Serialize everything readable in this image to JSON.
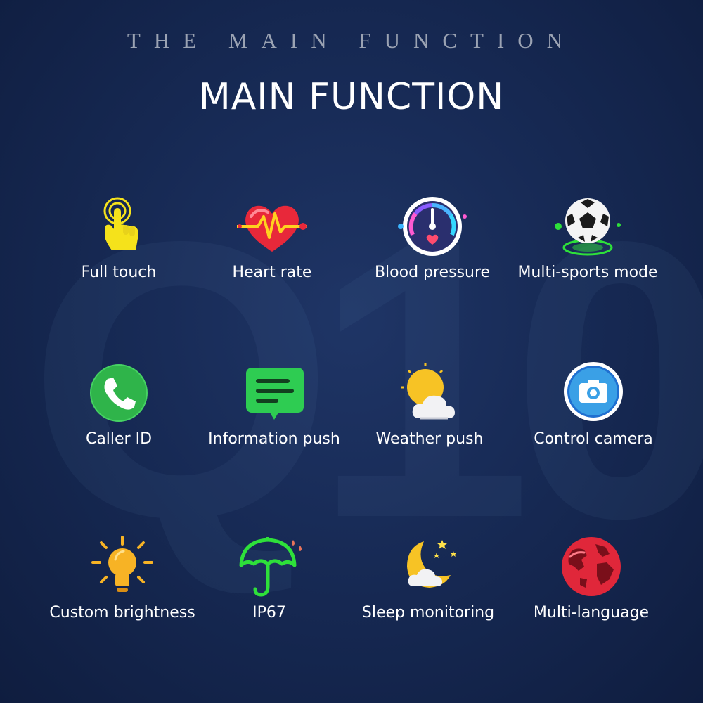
{
  "header": {
    "tagline": "THE MAIN FUNCTION",
    "title": "MAIN FUNCTION"
  },
  "watermark": "Q10",
  "features": [
    {
      "label": "Full touch",
      "icon": "touch-icon"
    },
    {
      "label": "Heart rate",
      "icon": "heart-rate-icon"
    },
    {
      "label": "Blood pressure",
      "icon": "blood-pressure-gauge-icon"
    },
    {
      "label": "Multi-sports mode",
      "icon": "soccer-ball-icon"
    },
    {
      "label": "Caller ID",
      "icon": "phone-icon"
    },
    {
      "label": "Information push",
      "icon": "message-icon"
    },
    {
      "label": "Weather push",
      "icon": "weather-icon"
    },
    {
      "label": "Control camera",
      "icon": "camera-icon"
    },
    {
      "label": "Custom brightness",
      "icon": "light-bulb-icon"
    },
    {
      "label": "IP67",
      "icon": "umbrella-icon"
    },
    {
      "label": "Sleep monitoring",
      "icon": "moon-icon"
    },
    {
      "label": "Multi-language",
      "icon": "globe-icon"
    }
  ],
  "colors": {
    "background": "#172a55",
    "touch": "#f5e21b",
    "heart": "#e8283a",
    "phone": "#2fb44a",
    "message": "#2ecc52",
    "sun": "#f7c325",
    "camera": "#3aa0e6",
    "umbrella": "#2ee03a",
    "globe": "#e0273a"
  }
}
